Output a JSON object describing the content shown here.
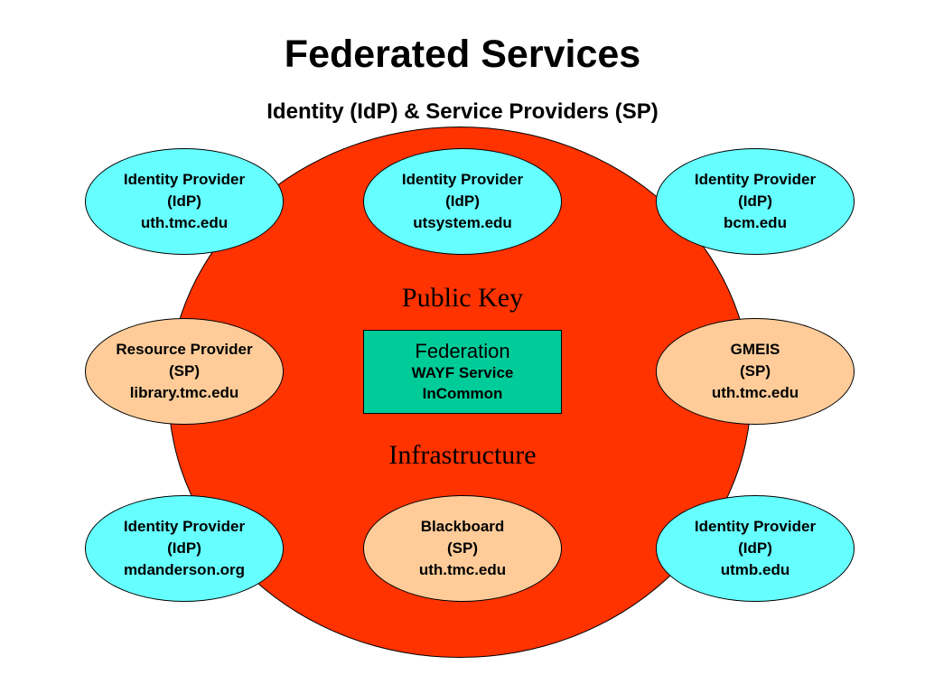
{
  "title": "Federated Services",
  "subtitle": "Identity (IdP) & Service Providers (SP)",
  "colors": {
    "circle_fill": "#ff3300",
    "idp_fill": "#66ffff",
    "sp_fill": "#ffcc99",
    "federation_fill": "#00cc99"
  },
  "ring": {
    "top_label": "Public Key",
    "bottom_label": "Infrastructure"
  },
  "federation": {
    "title": "Federation",
    "line1": "WAYF Service",
    "line2": "InCommon"
  },
  "nodes": {
    "top_left": {
      "name": "Identity Provider",
      "type": "(IdP)",
      "domain": "uth.tmc.edu"
    },
    "top_center": {
      "name": "Identity Provider",
      "type": "(IdP)",
      "domain": "utsystem.edu"
    },
    "top_right": {
      "name": "Identity Provider",
      "type": "(IdP)",
      "domain": "bcm.edu"
    },
    "middle_left": {
      "name": "Resource Provider",
      "type": "(SP)",
      "domain": "library.tmc.edu"
    },
    "middle_right": {
      "name": "GMEIS",
      "type": "(SP)",
      "domain": "uth.tmc.edu"
    },
    "bottom_left": {
      "name": "Identity Provider",
      "type": "(IdP)",
      "domain": "mdanderson.org"
    },
    "bottom_center": {
      "name": "Blackboard",
      "type": "(SP)",
      "domain": "uth.tmc.edu"
    },
    "bottom_right": {
      "name": "Identity Provider",
      "type": "(IdP)",
      "domain": "utmb.edu"
    }
  }
}
